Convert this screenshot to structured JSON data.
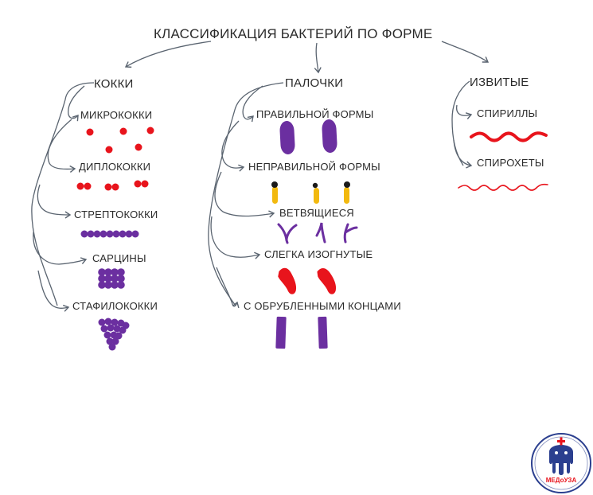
{
  "title": "КЛАССИФИКАЦИЯ БАКТЕРИЙ ПО ФОРМЕ",
  "categories": {
    "cocci": {
      "label": "КОККИ",
      "items": [
        "МИКРОКОККИ",
        "ДИПЛОКОККИ",
        "СТРЕПТОКОККИ",
        "САРЦИНЫ",
        "СТАФИЛОКОККИ"
      ]
    },
    "rods": {
      "label": "ПАЛОЧКИ",
      "items": [
        "ПРАВИЛЬНОЙ ФОРМЫ",
        "НЕПРАВИЛЬНОЙ ФОРМЫ",
        "ВЕТВЯЩИЕСЯ",
        "СЛЕГКА ИЗОГНУТЫЕ",
        "С ОБРУБЛЕННЫМИ КОНЦАМИ"
      ]
    },
    "spiral": {
      "label": "ИЗВИТЫЕ",
      "items": [
        "СПИРИЛЛЫ",
        "СПИРОХЕТЫ"
      ]
    }
  },
  "logo": {
    "text": "МЕДоУЗА"
  },
  "colors": {
    "red": "#e8141c",
    "purple": "#6b2fa0",
    "yellow": "#f2b90f",
    "line": "#5a6470",
    "logo_blue": "#2b3f8f"
  }
}
